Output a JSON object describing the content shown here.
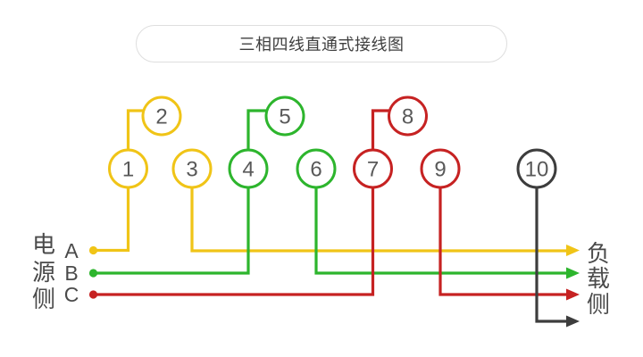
{
  "title": "三相四线直通式接线图",
  "colors": {
    "phase_a": "#F0C417",
    "phase_b": "#2DB52D",
    "phase_c": "#C62222",
    "neutral": "#3D3D3D",
    "number_gray": "#595959",
    "label_gray": "#4A4A4A"
  },
  "source_side": {
    "label_line1": "电",
    "label_line2": "源",
    "label_line3": "侧",
    "phase_a_label": "A",
    "phase_b_label": "B",
    "phase_c_label": "C"
  },
  "load_side": {
    "label_line1": "负",
    "label_line2": "载",
    "label_line3": "侧"
  },
  "terminals": [
    "1",
    "2",
    "3",
    "4",
    "5",
    "6",
    "7",
    "8",
    "9",
    "10"
  ]
}
